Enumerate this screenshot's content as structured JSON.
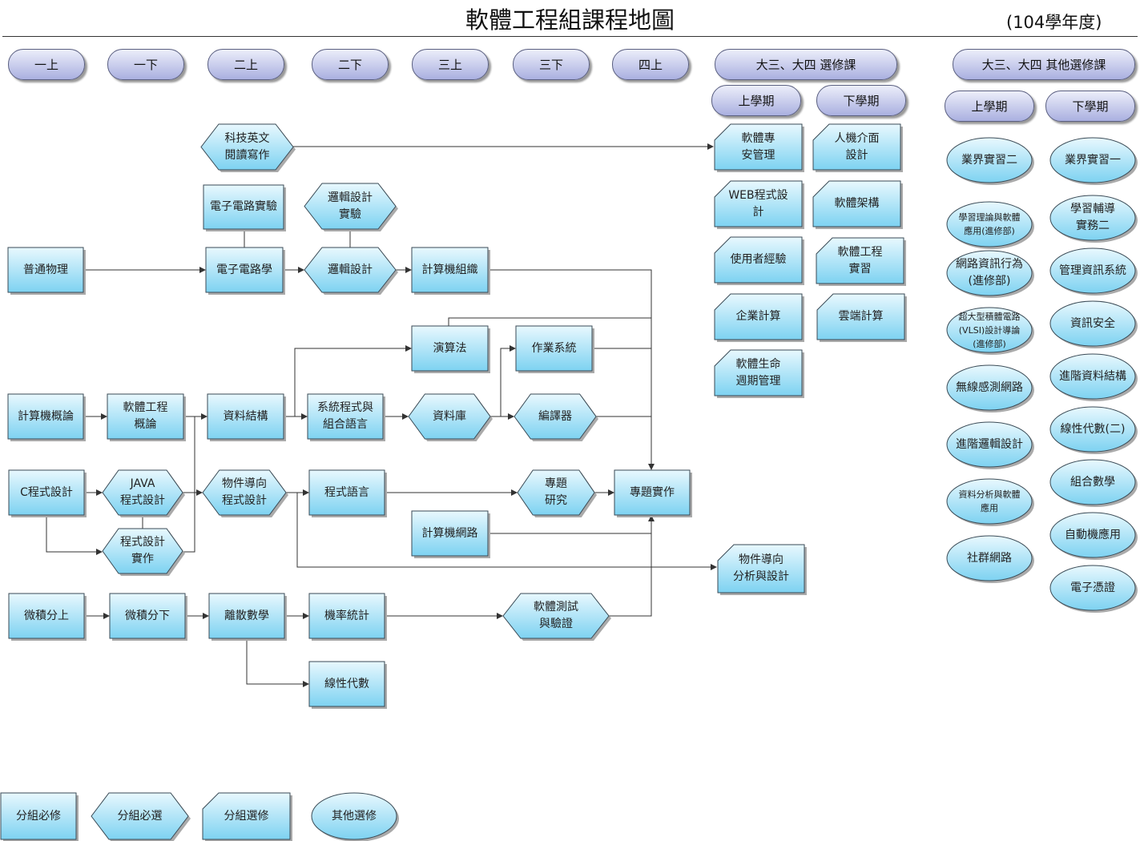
{
  "header": {
    "title": "軟體工程組課程地圖",
    "year": "(104學年度)"
  },
  "semesters": [
    "一上",
    "一下",
    "二上",
    "二下",
    "三上",
    "三下",
    "四上"
  ],
  "elective_header": {
    "label": "大三、大四 選修課",
    "first": "上學期",
    "second": "下學期"
  },
  "other_header": {
    "label": "大三、大四 其他選修課",
    "first": "上學期",
    "second": "下學期"
  },
  "courses": [
    {
      "id": "tech-english",
      "label": "科技英文\n閱讀寫作"
    },
    {
      "id": "circuit-lab",
      "label": "電子電路實驗"
    },
    {
      "id": "logic-lab",
      "label": "邏輯設計\n實驗"
    },
    {
      "id": "physics",
      "label": "普通物理"
    },
    {
      "id": "circuits",
      "label": "電子電路學"
    },
    {
      "id": "logic",
      "label": "邏輯設計"
    },
    {
      "id": "organization",
      "label": "計算機組織"
    },
    {
      "id": "algorithms",
      "label": "演算法"
    },
    {
      "id": "os",
      "label": "作業系統"
    },
    {
      "id": "intro-cs",
      "label": "計算機概論"
    },
    {
      "id": "intro-se",
      "label": "軟體工程\n概論"
    },
    {
      "id": "data-structures",
      "label": "資料結構"
    },
    {
      "id": "systems-asm",
      "label": "系統程式與\n組合語言"
    },
    {
      "id": "database",
      "label": "資料庫"
    },
    {
      "id": "compiler",
      "label": "編譯器"
    },
    {
      "id": "c-prog",
      "label": "C程式設計"
    },
    {
      "id": "java-prog",
      "label": "JAVA\n程式設計"
    },
    {
      "id": "oop",
      "label": "物件導向\n程式設計"
    },
    {
      "id": "prog-lang",
      "label": "程式語言"
    },
    {
      "id": "research",
      "label": "專題\n研究"
    },
    {
      "id": "capstone",
      "label": "專題實作"
    },
    {
      "id": "networks",
      "label": "計算機網路"
    },
    {
      "id": "prog-practice",
      "label": "程式設計\n實作"
    },
    {
      "id": "ooad",
      "label": "物件導向\n分析與設計"
    },
    {
      "id": "calc1",
      "label": "微積分上"
    },
    {
      "id": "calc2",
      "label": "微積分下"
    },
    {
      "id": "discrete",
      "label": "離散數學"
    },
    {
      "id": "probstat",
      "label": "機率統計"
    },
    {
      "id": "testing",
      "label": "軟體測試\n與驗證"
    },
    {
      "id": "linalg",
      "label": "線性代數"
    }
  ],
  "electives": [
    {
      "id": "e1",
      "label": "軟體專\n安管理"
    },
    {
      "id": "e2",
      "label": "人機介面\n設計"
    },
    {
      "id": "e3",
      "label": "WEB程式設\n計"
    },
    {
      "id": "e4",
      "label": "軟體架構"
    },
    {
      "id": "e5",
      "label": "使用者經驗"
    },
    {
      "id": "e6",
      "label": "軟體工程\n實習"
    },
    {
      "id": "e7",
      "label": "企業計算"
    },
    {
      "id": "e8",
      "label": "雲端計算"
    },
    {
      "id": "e9",
      "label": "軟體生命\n週期管理"
    }
  ],
  "other_first": [
    {
      "id": "o1",
      "label": "業界實習二"
    },
    {
      "id": "o2",
      "label": "學習理論與軟體\n應用(進修部)",
      "small": true
    },
    {
      "id": "o3",
      "label": "網路資訊行為\n(進修部)"
    },
    {
      "id": "o4",
      "label": "超大型積體電路\n(VLSI)設計導論\n(進修部)",
      "small": true
    },
    {
      "id": "o5",
      "label": "無線感測網路"
    },
    {
      "id": "o6",
      "label": "進階邏輯設計"
    },
    {
      "id": "o7",
      "label": "資料分析與軟體\n應用",
      "small": true
    },
    {
      "id": "o8",
      "label": "社群網路"
    }
  ],
  "other_second": [
    {
      "id": "p1",
      "label": "業界實習一"
    },
    {
      "id": "p2",
      "label": "學習輔導\n實務二"
    },
    {
      "id": "p3",
      "label": "管理資訊系統"
    },
    {
      "id": "p4",
      "label": "資訊安全"
    },
    {
      "id": "p5",
      "label": "進階資料結構"
    },
    {
      "id": "p6",
      "label": "線性代數(二)"
    },
    {
      "id": "p7",
      "label": "組合數學"
    },
    {
      "id": "p8",
      "label": "自動機應用"
    },
    {
      "id": "p9",
      "label": "電子憑證"
    }
  ],
  "legend": [
    {
      "id": "l1",
      "label": "分組必修"
    },
    {
      "id": "l2",
      "label": "分組必選"
    },
    {
      "id": "l3",
      "label": "分組選修"
    },
    {
      "id": "l4",
      "label": "其他選修"
    }
  ],
  "colors": {
    "fill_top": "#e8f8fe",
    "fill_bottom": "#7dd2f1",
    "stroke": "#3a4a55",
    "wire": "#333333"
  }
}
